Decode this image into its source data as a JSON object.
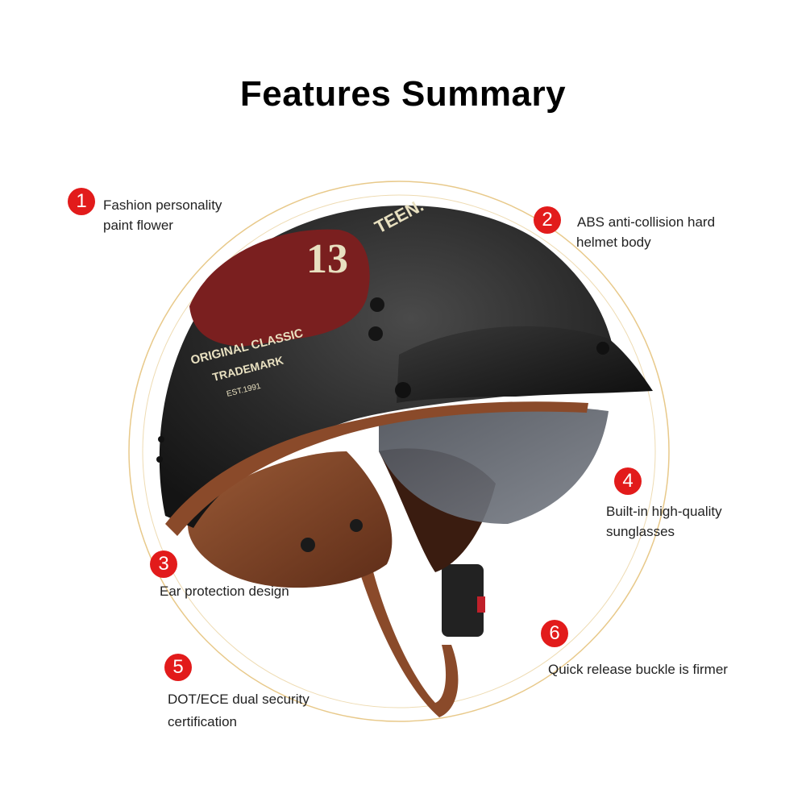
{
  "title": "Features Summary",
  "colors": {
    "badge": "#e21b1b",
    "ring": "#e8c98a",
    "shell": "#2b2b2b",
    "leather": "#8a4a2a",
    "graphic": "#7a1f1f",
    "graphic_text": "#e8e0c0"
  },
  "helmet_graphic": {
    "brand_partial": "TEEN.",
    "number": "13",
    "line1": "ORIGINAL CLASSIC",
    "line2": "TRADEMARK",
    "line3": "EST.1991"
  },
  "features": [
    {
      "number": "1",
      "line1": "Fashion personality",
      "line2": "paint flower"
    },
    {
      "number": "2",
      "line1": "ABS anti-collision hard",
      "line2": "helmet body"
    },
    {
      "number": "3",
      "line1": "Ear protection design",
      "line2": ""
    },
    {
      "number": "4",
      "line1": "Built-in high-quality",
      "line2": "sunglasses"
    },
    {
      "number": "5",
      "line1": "DOT/ECE dual security",
      "line2": "certification"
    },
    {
      "number": "6",
      "line1": "Quick release buckle is firmer",
      "line2": ""
    }
  ]
}
